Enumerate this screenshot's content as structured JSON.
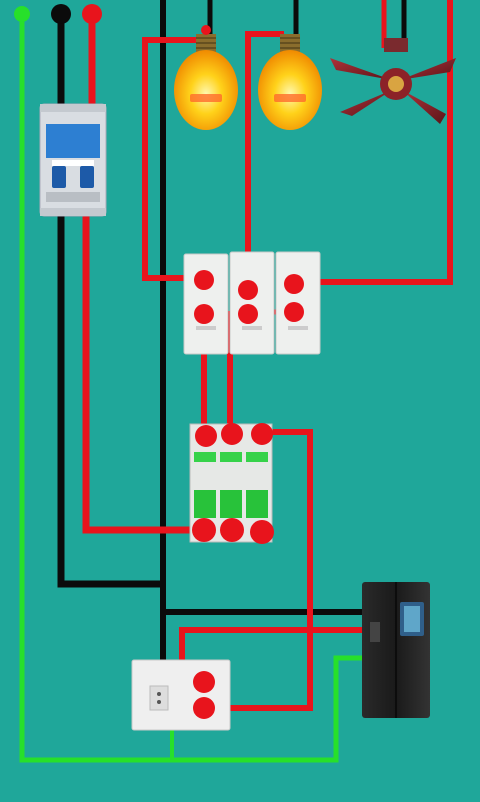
{
  "diagram": {
    "background_color": "#1fa79a",
    "wire_colors": {
      "phase": "#e8141c",
      "neutral": "#0b0b0b",
      "earth": "#27e02a"
    },
    "components": [
      {
        "id": "main-breaker",
        "type": "double-pole-mcb"
      },
      {
        "id": "bulb-1",
        "type": "light-bulb"
      },
      {
        "id": "bulb-2",
        "type": "light-bulb"
      },
      {
        "id": "ceiling-fan",
        "type": "fan"
      },
      {
        "id": "switch-board",
        "type": "three-gang-switch"
      },
      {
        "id": "mcb-bank",
        "type": "three-single-pole-mcb"
      },
      {
        "id": "socket-board",
        "type": "switch-socket"
      },
      {
        "id": "refrigerator",
        "type": "side-by-side-fridge"
      }
    ],
    "icons": [
      "breaker-icon",
      "bulb-icon",
      "fan-icon",
      "switch-icon",
      "socket-icon",
      "fridge-icon"
    ]
  }
}
